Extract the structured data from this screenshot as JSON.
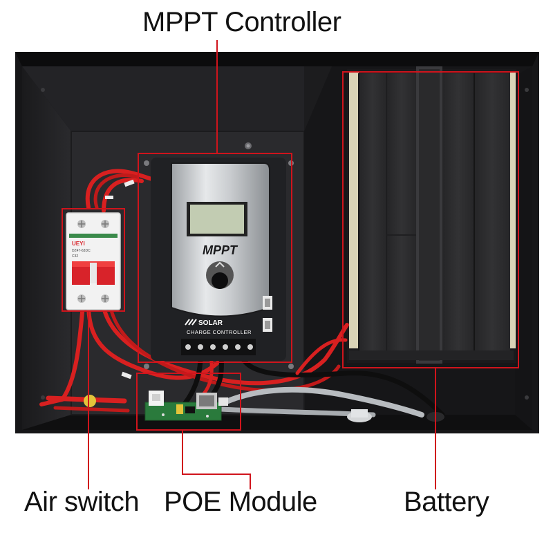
{
  "callouts": {
    "mppt_controller": "MPPT Controller",
    "air_switch": "Air switch",
    "poe_module": "POE Module",
    "battery": "Battery"
  },
  "controller": {
    "brand": "MPPT",
    "product_line1": "SOLAR",
    "product_line2": "CHARGE CONTROLLER"
  },
  "breaker": {
    "brand": "UEYI",
    "model": "DZ47-63DC",
    "rating": "C32"
  },
  "colors": {
    "callout_red": "#d0141c",
    "enclosure": "#1b1b1d",
    "backplate": "#2b2b2e",
    "controller_body": "#202124",
    "controller_face": "#c9cccf",
    "lcd": "#c2ccb2",
    "breaker_body": "#f2f2f2",
    "breaker_handle": "#d8232a",
    "foam": "#2e2e30",
    "wire_red": "#d82020",
    "wire_black": "#0e0e0e",
    "cable_gray": "#b8bcc0",
    "pcb_green": "#2a7a3c"
  }
}
